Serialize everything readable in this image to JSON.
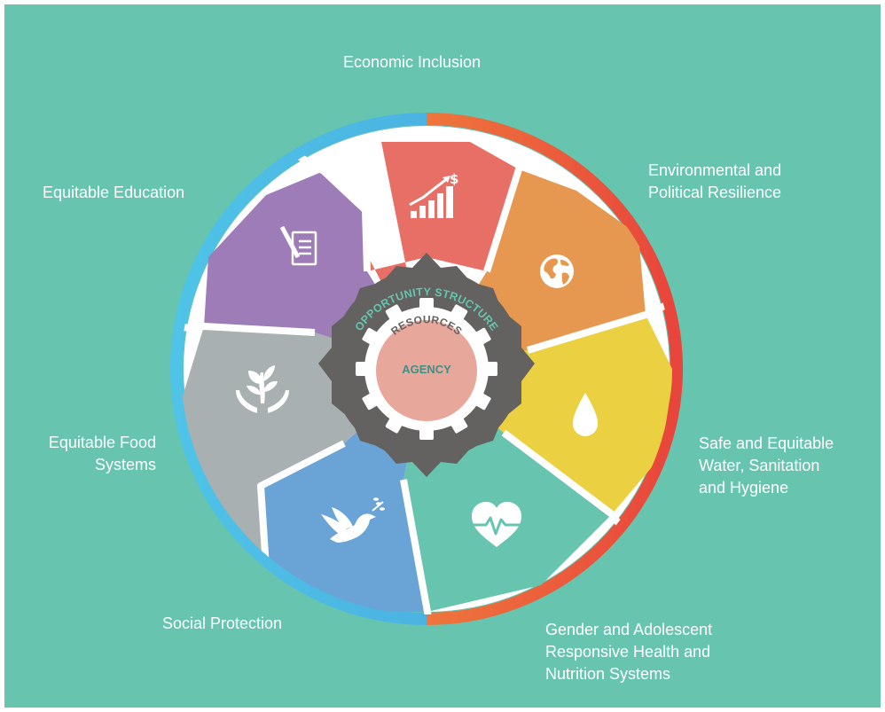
{
  "center": {
    "outer_ring": "OPPORTUNITY STRUCTURE",
    "middle_ring": "RESOURCES",
    "core": "AGENCY"
  },
  "segments": [
    {
      "label": "Economic Inclusion",
      "color": "#e86f65",
      "icon": "growth-chart-dollar-icon"
    },
    {
      "label": "Environmental and\nPolitical Resilience",
      "color": "#e69750",
      "icon": "globe-icon"
    },
    {
      "label": "Safe and Equitable\nWater, Sanitation\nand Hygiene",
      "color": "#ebd042",
      "icon": "water-drop-icon"
    },
    {
      "label": "Gender and Adolescent\nResponsive Health and\nNutrition Systems",
      "color": "#66c4af",
      "icon": "heart-pulse-icon"
    },
    {
      "label": "Social Protection",
      "color": "#6aa4d6",
      "icon": "dove-icon"
    },
    {
      "label": "Equitable Food\nSystems",
      "color": "#a9b0b1",
      "icon": "plant-hands-icon"
    },
    {
      "label": "Equitable Education",
      "color": "#9e7cb8",
      "icon": "document-pencil-icon"
    }
  ],
  "colors": {
    "background": "#66c4af",
    "hub": "#636260",
    "resources_gear": "#ffffff",
    "agency_core": "#e8a79b",
    "center_text": "#66c4af",
    "ring_gradient": [
      "#e8453c",
      "#f0843c",
      "#8e9aa2",
      "#4aaee0",
      "#4fc3e8"
    ]
  }
}
